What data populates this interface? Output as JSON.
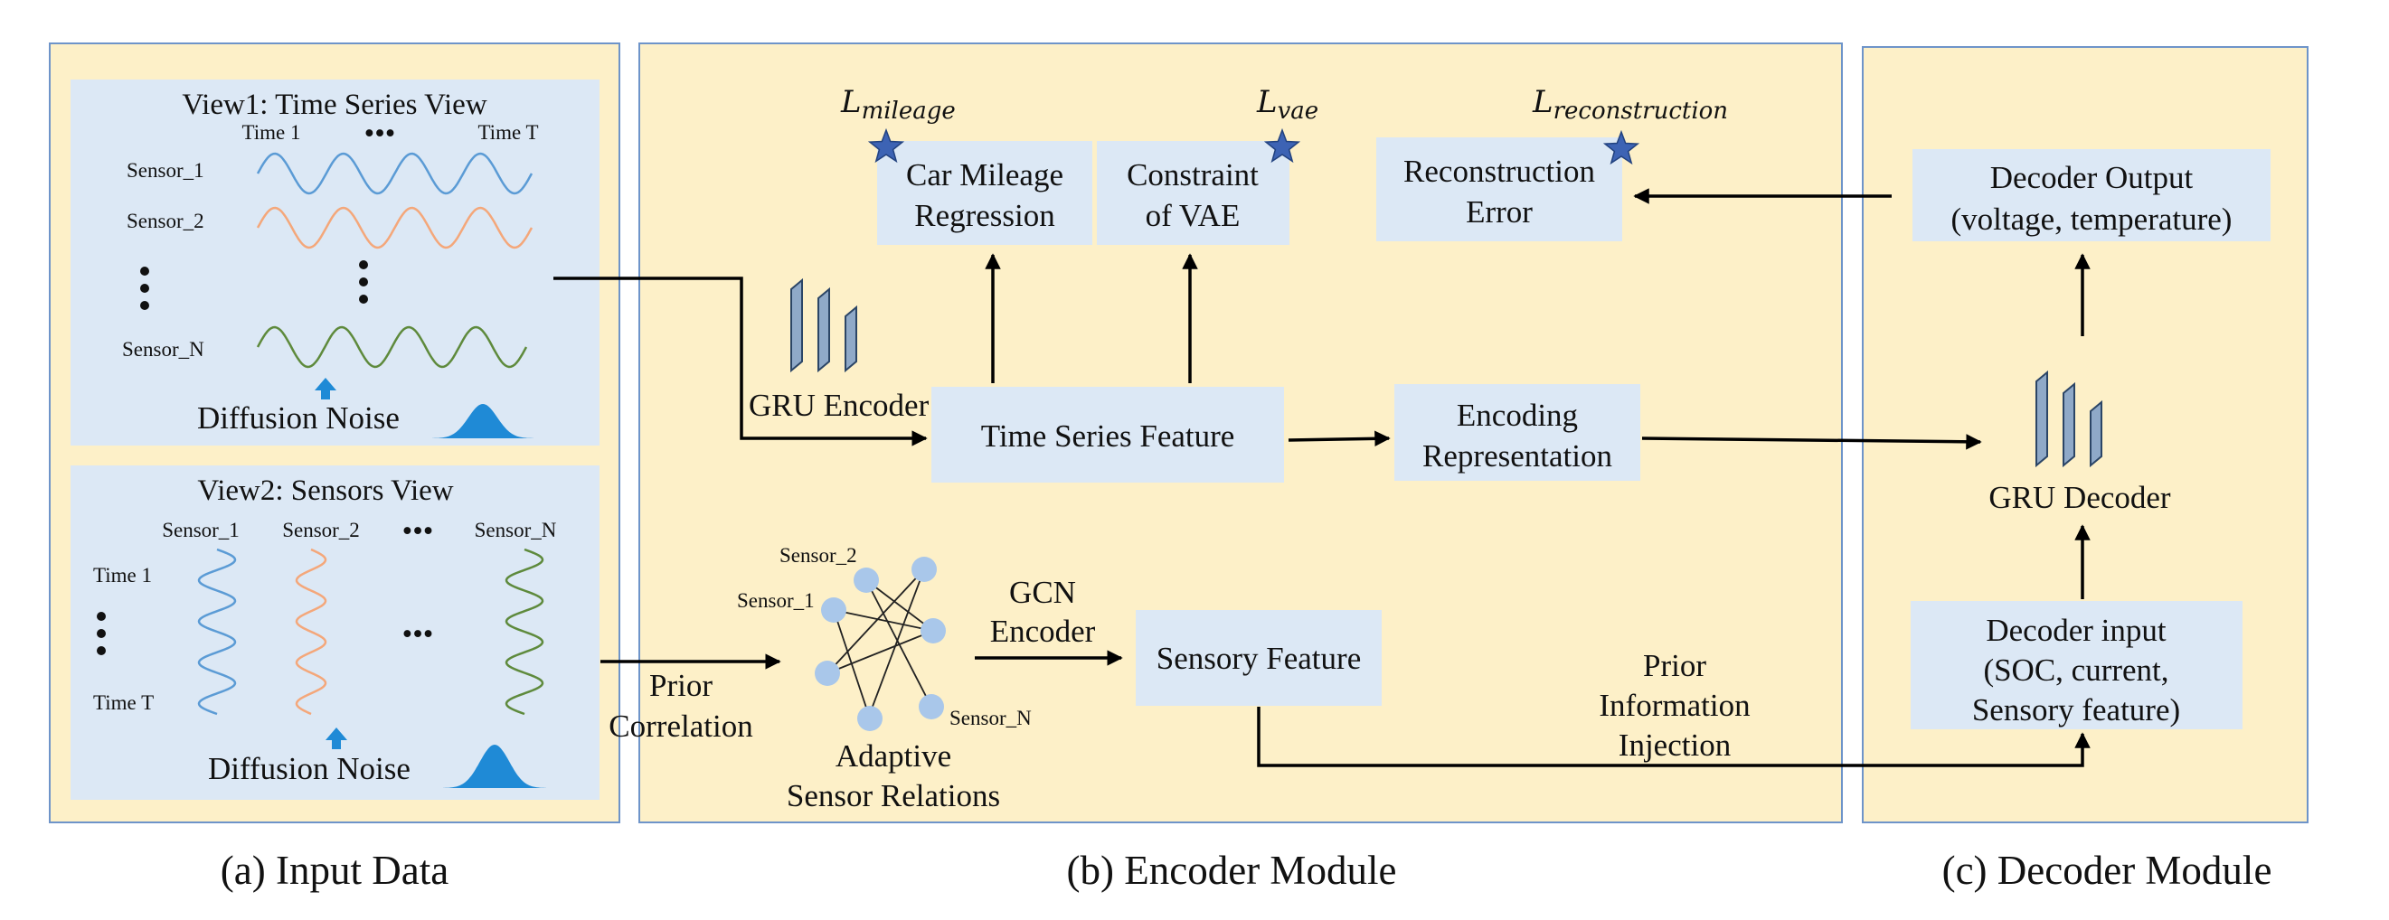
{
  "panels": {
    "input": {
      "caption": "(a) Input Data",
      "view1": {
        "title": "View1: Time Series View",
        "time_start": "Time  1",
        "time_end": "Time T",
        "ellipsis": "•••",
        "sensors": [
          "Sensor_1",
          "Sensor_2",
          "Sensor_N"
        ],
        "noise_label": "Diffusion Noise"
      },
      "view2": {
        "title": "View2: Sensors View",
        "sensors": [
          "Sensor_1",
          "Sensor_2",
          "Sensor_N"
        ],
        "ellipsis": "•••",
        "time_start": "Time 1",
        "time_end": "Time T",
        "noise_label": "Diffusion Noise"
      }
    },
    "encoder": {
      "caption": "(b) Encoder Module",
      "losses": {
        "mileage": {
          "base": "L",
          "sub": "mileage"
        },
        "vae": {
          "base": "L",
          "sub": "vae"
        },
        "reconstruction": {
          "base": "L",
          "sub": "reconstruction"
        }
      },
      "boxes": {
        "car_mileage": [
          "Car Mileage",
          "Regression"
        ],
        "constraint_vae": [
          "Constraint",
          "of VAE"
        ],
        "reconstruction_error": [
          "Reconstruction",
          "Error"
        ],
        "time_series_feature": "Time Series Feature",
        "encoding_representation": [
          "Encoding",
          "Representation"
        ],
        "sensory_feature": "Sensory Feature"
      },
      "gru_encoder": "GRU Encoder",
      "gcn_encoder": [
        "GCN",
        "Encoder"
      ],
      "prior_correlation": [
        "Prior",
        "Correlation"
      ],
      "adaptive_relations": [
        "Adaptive",
        "Sensor Relations"
      ],
      "graph_labels": [
        "Sensor_2",
        "Sensor_1",
        "Sensor_N"
      ],
      "prior_injection": [
        "Prior",
        "Information",
        "Injection"
      ]
    },
    "decoder": {
      "caption": "(c) Decoder Module",
      "output_box": [
        "Decoder Output",
        "(voltage, temperature)"
      ],
      "gru_decoder": "GRU Decoder",
      "input_box": [
        "Decoder input",
        "(SOC, current,",
        "Sensory feature)"
      ]
    }
  },
  "colors": {
    "panel_fill": "#fdf0c8",
    "panel_border": "#6e94c9",
    "box_fill": "#dce8f5",
    "wave_blue": "#5b9bd5",
    "wave_orange": "#f4a77a",
    "wave_green": "#5e8a3c",
    "node_fill": "#a9c7ea",
    "star": "#3d63b4",
    "gru_fill": "#8fa9c8"
  }
}
